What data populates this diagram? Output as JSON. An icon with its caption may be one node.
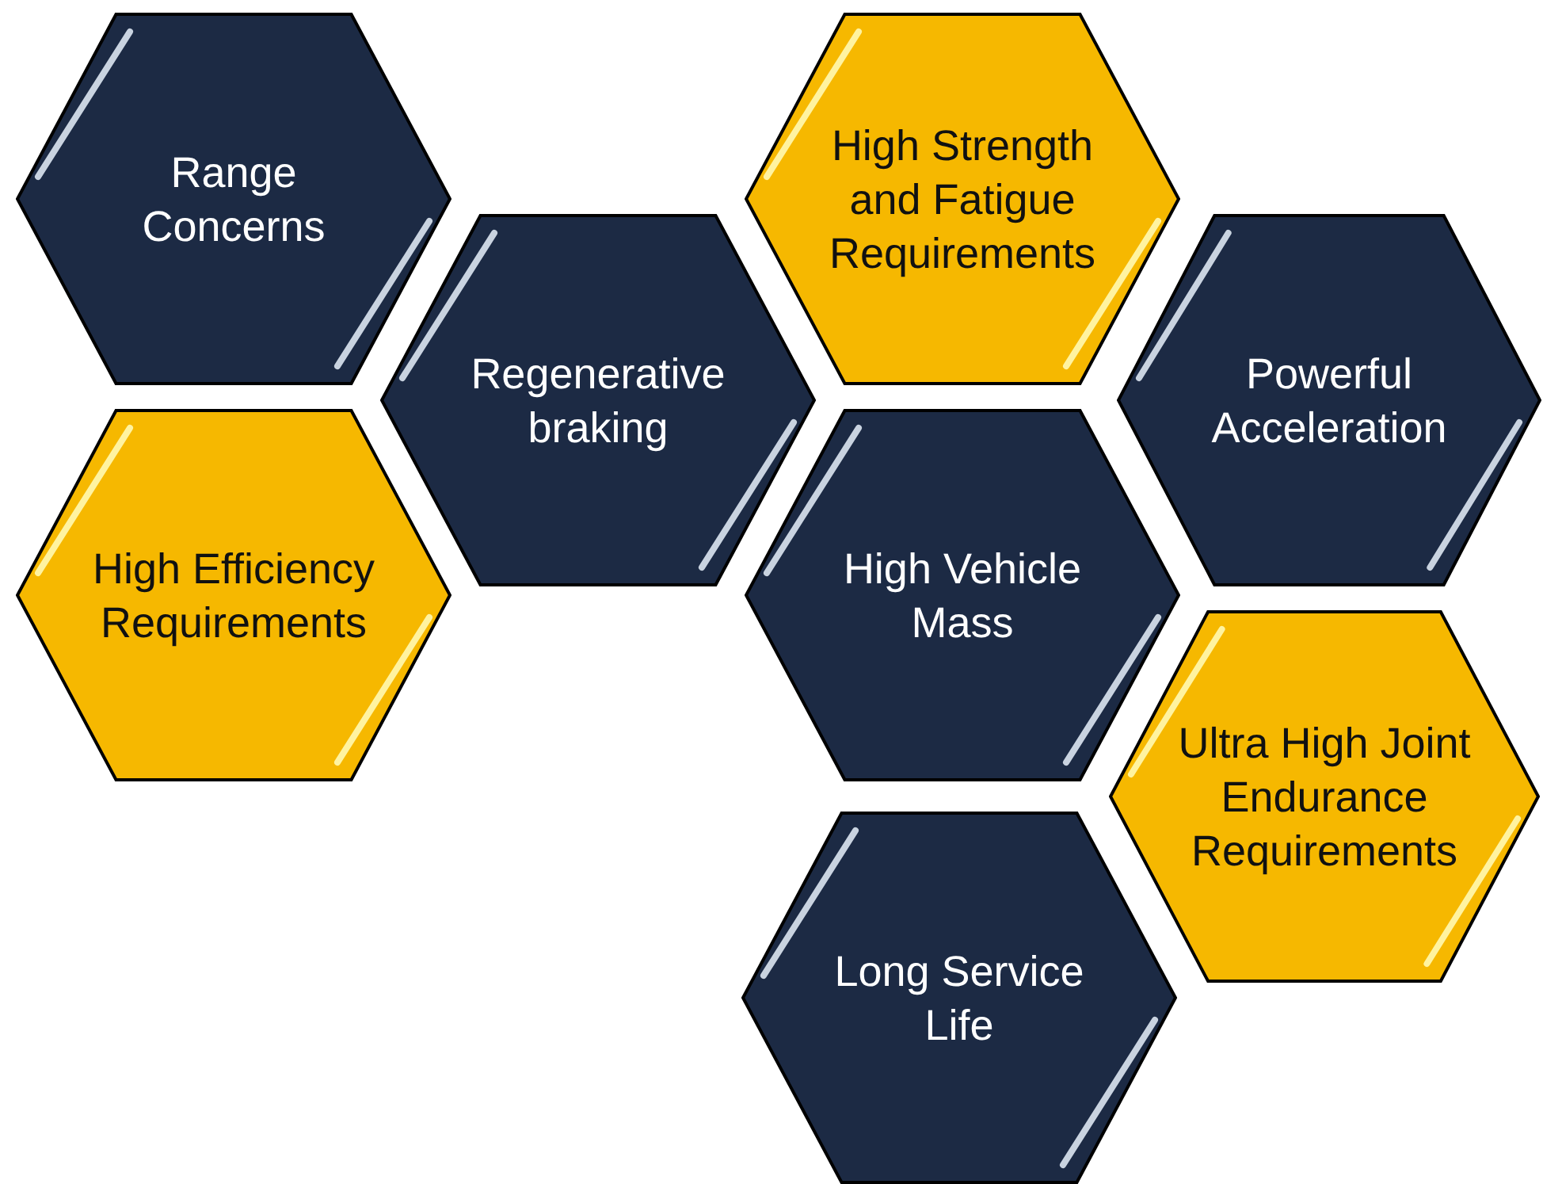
{
  "diagram": {
    "nodes": [
      {
        "text": [
          "Range Concerns"
        ]
      },
      {
        "text": [
          "High Strength and Fatigue Requirements"
        ]
      },
      {
        "text": [
          "Regenerative braking"
        ]
      },
      {
        "text": [
          "Powerful Acceleration"
        ]
      },
      {
        "text": [
          "High Efficiency Requirements"
        ]
      },
      {
        "text": [
          "High Vehicle Mass"
        ]
      },
      {
        "text": [
          "Ultra High Joint Endurance Requirements"
        ]
      },
      {
        "text": [
          "Long Service Life"
        ]
      }
    ]
  }
}
